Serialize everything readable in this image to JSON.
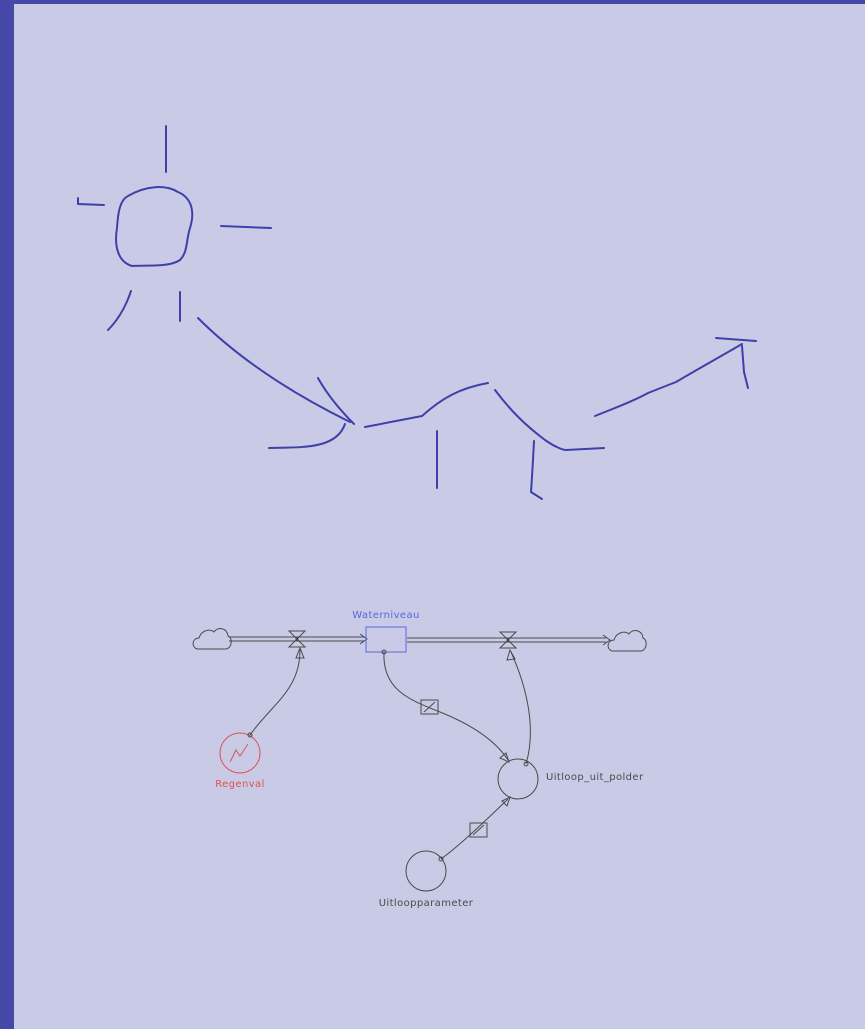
{
  "colors": {
    "background": "#c9cbe6",
    "border": "#4548a8",
    "sketch": "#3d40a8",
    "stock": "#5b64e0",
    "regenval": "#e05050",
    "line": "#4a4a4a"
  },
  "diagram": {
    "stock_label": "Waterniveau",
    "regenval_label": "Regenval",
    "outflow_label": "Uitloop_uit_polder",
    "parameter_label": "Uitloopparameter"
  }
}
